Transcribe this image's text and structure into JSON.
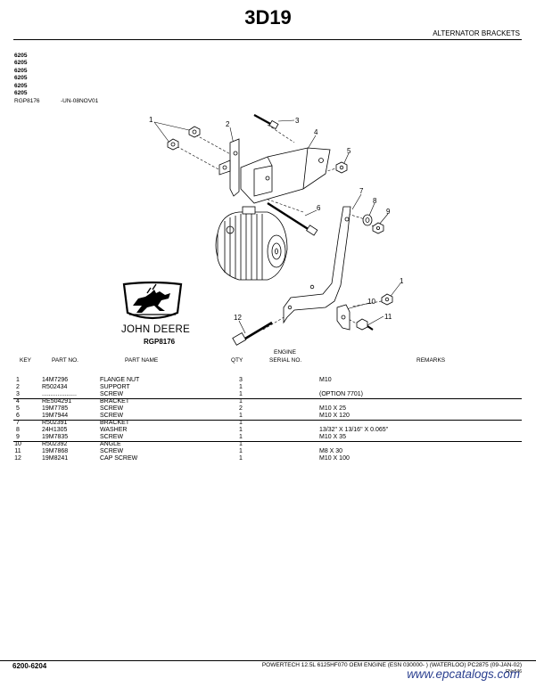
{
  "page": {
    "title": "3D19",
    "section_title": "ALTERNATOR BRACKETS",
    "models": [
      "6205",
      "6205",
      "6205",
      "6205",
      "6205",
      "6205"
    ],
    "ref_code": "RGP8176",
    "ref_date": "-UN-08NOV01"
  },
  "logo": {
    "brand": "JOHN DEERE",
    "code": "RGP8176"
  },
  "diagram": {
    "callouts": [
      "1",
      "2",
      "3",
      "4",
      "5",
      "6",
      "7",
      "8",
      "9",
      "10",
      "1",
      "11",
      "12"
    ]
  },
  "table": {
    "headers": {
      "key": "KEY",
      "part_no": "PART NO.",
      "part_name": "PART NAME",
      "qty": "QTY",
      "engine": "ENGINE",
      "serial_no": "SERIAL NO.",
      "remarks": "REMARKS"
    },
    "rows": [
      {
        "key": "1",
        "part_no": "14M7296",
        "name": "FLANGE NUT",
        "qty": "3",
        "remarks": "M10"
      },
      {
        "key": "2",
        "part_no": "R502434",
        "name": "SUPPORT",
        "qty": "1",
        "remarks": ""
      },
      {
        "key": "3",
        "part_no": "....................",
        "name": "SCREW",
        "qty": "1",
        "remarks": "(OPTION 7701)"
      },
      {
        "key": "4",
        "part_no": "RE504291",
        "name": "BRACKET",
        "qty": "1",
        "remarks": ""
      },
      {
        "key": "5",
        "part_no": "19M7785",
        "name": "SCREW",
        "qty": "2",
        "remarks": "M10 X 25"
      },
      {
        "key": "6",
        "part_no": "19M7944",
        "name": "SCREW",
        "qty": "1",
        "remarks": "M10 X 120"
      },
      {
        "key": "7",
        "part_no": "R502391",
        "name": "BRACKET",
        "qty": "1",
        "remarks": ""
      },
      {
        "key": "8",
        "part_no": "24H1305",
        "name": "WASHER",
        "qty": "1",
        "remarks": "13/32\" X 13/16\" X 0.065\""
      },
      {
        "key": "9",
        "part_no": "19M7835",
        "name": "SCREW",
        "qty": "1",
        "remarks": "M10 X 35"
      },
      {
        "key": "10",
        "part_no": "R502392",
        "name": "ANGLE",
        "qty": "1",
        "remarks": ""
      },
      {
        "key": "11",
        "part_no": "19M7868",
        "name": "SCREW",
        "qty": "1",
        "remarks": "M8 X 30"
      },
      {
        "key": "12",
        "part_no": "19M8241",
        "name": "CAP SCREW",
        "qty": "1",
        "remarks": "M10 X 100"
      }
    ]
  },
  "footer": {
    "left": "6200-6204",
    "right": "POWERTECH 12.5L 6125HF070 OEM ENGINE (ESN 030000- ) (WATERLOO)  PC2875    (09-JAN-02)",
    "fn": "FN=546",
    "watermark": "www.epcatalogs.com"
  }
}
